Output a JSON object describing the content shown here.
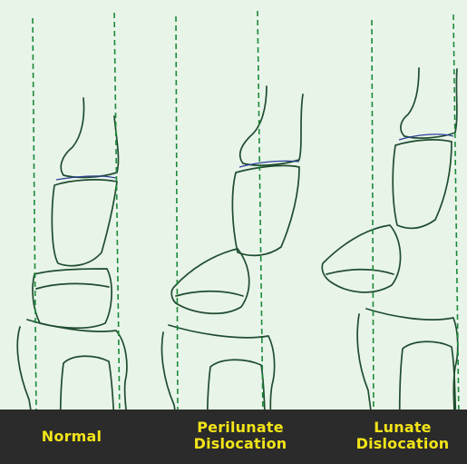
{
  "panels": [
    {
      "id": "normal",
      "label_lines": [
        "Normal"
      ]
    },
    {
      "id": "perilunate",
      "label_lines": [
        "Perilunate",
        "Dislocation"
      ]
    },
    {
      "id": "lunate",
      "label_lines": [
        "Lunate",
        "Dislocation"
      ]
    }
  ],
  "colors": {
    "background": "#e9f4e9",
    "bone_outline": "#1f4d2f",
    "bone_accent": "#2b3f9a",
    "guide_line": "#1a8a3a",
    "caption_bar": "#2b2b2b",
    "caption_text": "#f3e418"
  }
}
